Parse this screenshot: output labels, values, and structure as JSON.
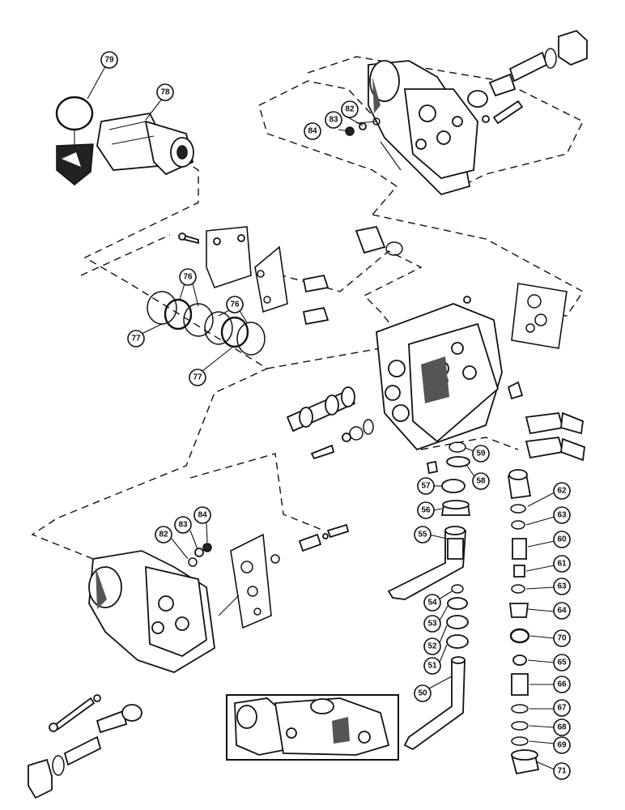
{
  "callouts": [
    {
      "id": "c79",
      "label": "79"
    },
    {
      "id": "c78",
      "label": "78"
    },
    {
      "id": "c82a",
      "label": "82"
    },
    {
      "id": "c83a",
      "label": "83"
    },
    {
      "id": "c84a",
      "label": "84"
    },
    {
      "id": "c76a",
      "label": "76"
    },
    {
      "id": "c76b",
      "label": "76"
    },
    {
      "id": "c77a",
      "label": "77"
    },
    {
      "id": "c77b",
      "label": "77"
    },
    {
      "id": "c59",
      "label": "59"
    },
    {
      "id": "c58",
      "label": "58"
    },
    {
      "id": "c57",
      "label": "57"
    },
    {
      "id": "c56",
      "label": "56"
    },
    {
      "id": "c55",
      "label": "55"
    },
    {
      "id": "c54",
      "label": "54"
    },
    {
      "id": "c53",
      "label": "53"
    },
    {
      "id": "c52",
      "label": "52"
    },
    {
      "id": "c51",
      "label": "51"
    },
    {
      "id": "c50",
      "label": "50"
    },
    {
      "id": "c62",
      "label": "62"
    },
    {
      "id": "c63a",
      "label": "63"
    },
    {
      "id": "c60",
      "label": "60"
    },
    {
      "id": "c61",
      "label": "61"
    },
    {
      "id": "c63b",
      "label": "63"
    },
    {
      "id": "c64",
      "label": "64"
    },
    {
      "id": "c70",
      "label": "70"
    },
    {
      "id": "c65",
      "label": "65"
    },
    {
      "id": "c66",
      "label": "66"
    },
    {
      "id": "c67",
      "label": "67"
    },
    {
      "id": "c68",
      "label": "68"
    },
    {
      "id": "c69",
      "label": "69"
    },
    {
      "id": "c71",
      "label": "71"
    },
    {
      "id": "c82b",
      "label": "82"
    },
    {
      "id": "c83b",
      "label": "83"
    },
    {
      "id": "c84b",
      "label": "84"
    }
  ]
}
